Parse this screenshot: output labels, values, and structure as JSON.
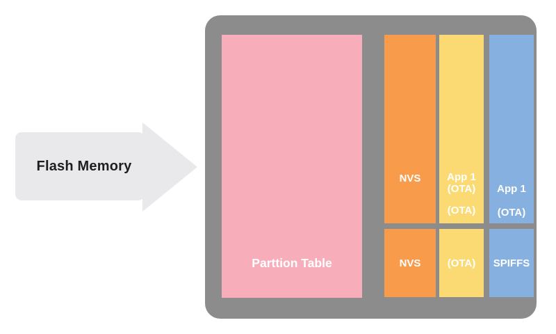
{
  "diagram": {
    "arrow": {
      "label": "Flash Memory"
    },
    "flash": {
      "partition_table_label": "Parttion Table",
      "nvs_column": {
        "upper_label": "NVS",
        "lower_label": "NVS"
      },
      "app1_ota_column": {
        "upper_line1": "App 1",
        "upper_line2": "(OTA)",
        "upper_secondary": "(OTA)",
        "lower_label": "(OTA)"
      },
      "app1_column": {
        "upper_line1": "App 1",
        "upper_secondary": "(OTA)",
        "lower_label": "SPIFFS"
      }
    },
    "colors": {
      "container_gray": "#8c8c8c",
      "partition_pink": "#f8adbb",
      "nvs_orange": "#f89b4b",
      "ota_yellow": "#fbda73",
      "app_blue": "#85b0e0",
      "arrow_fill": "#e9e9ec",
      "arrow_text": "#1e1e1e",
      "block_text": "#ffffff"
    }
  }
}
